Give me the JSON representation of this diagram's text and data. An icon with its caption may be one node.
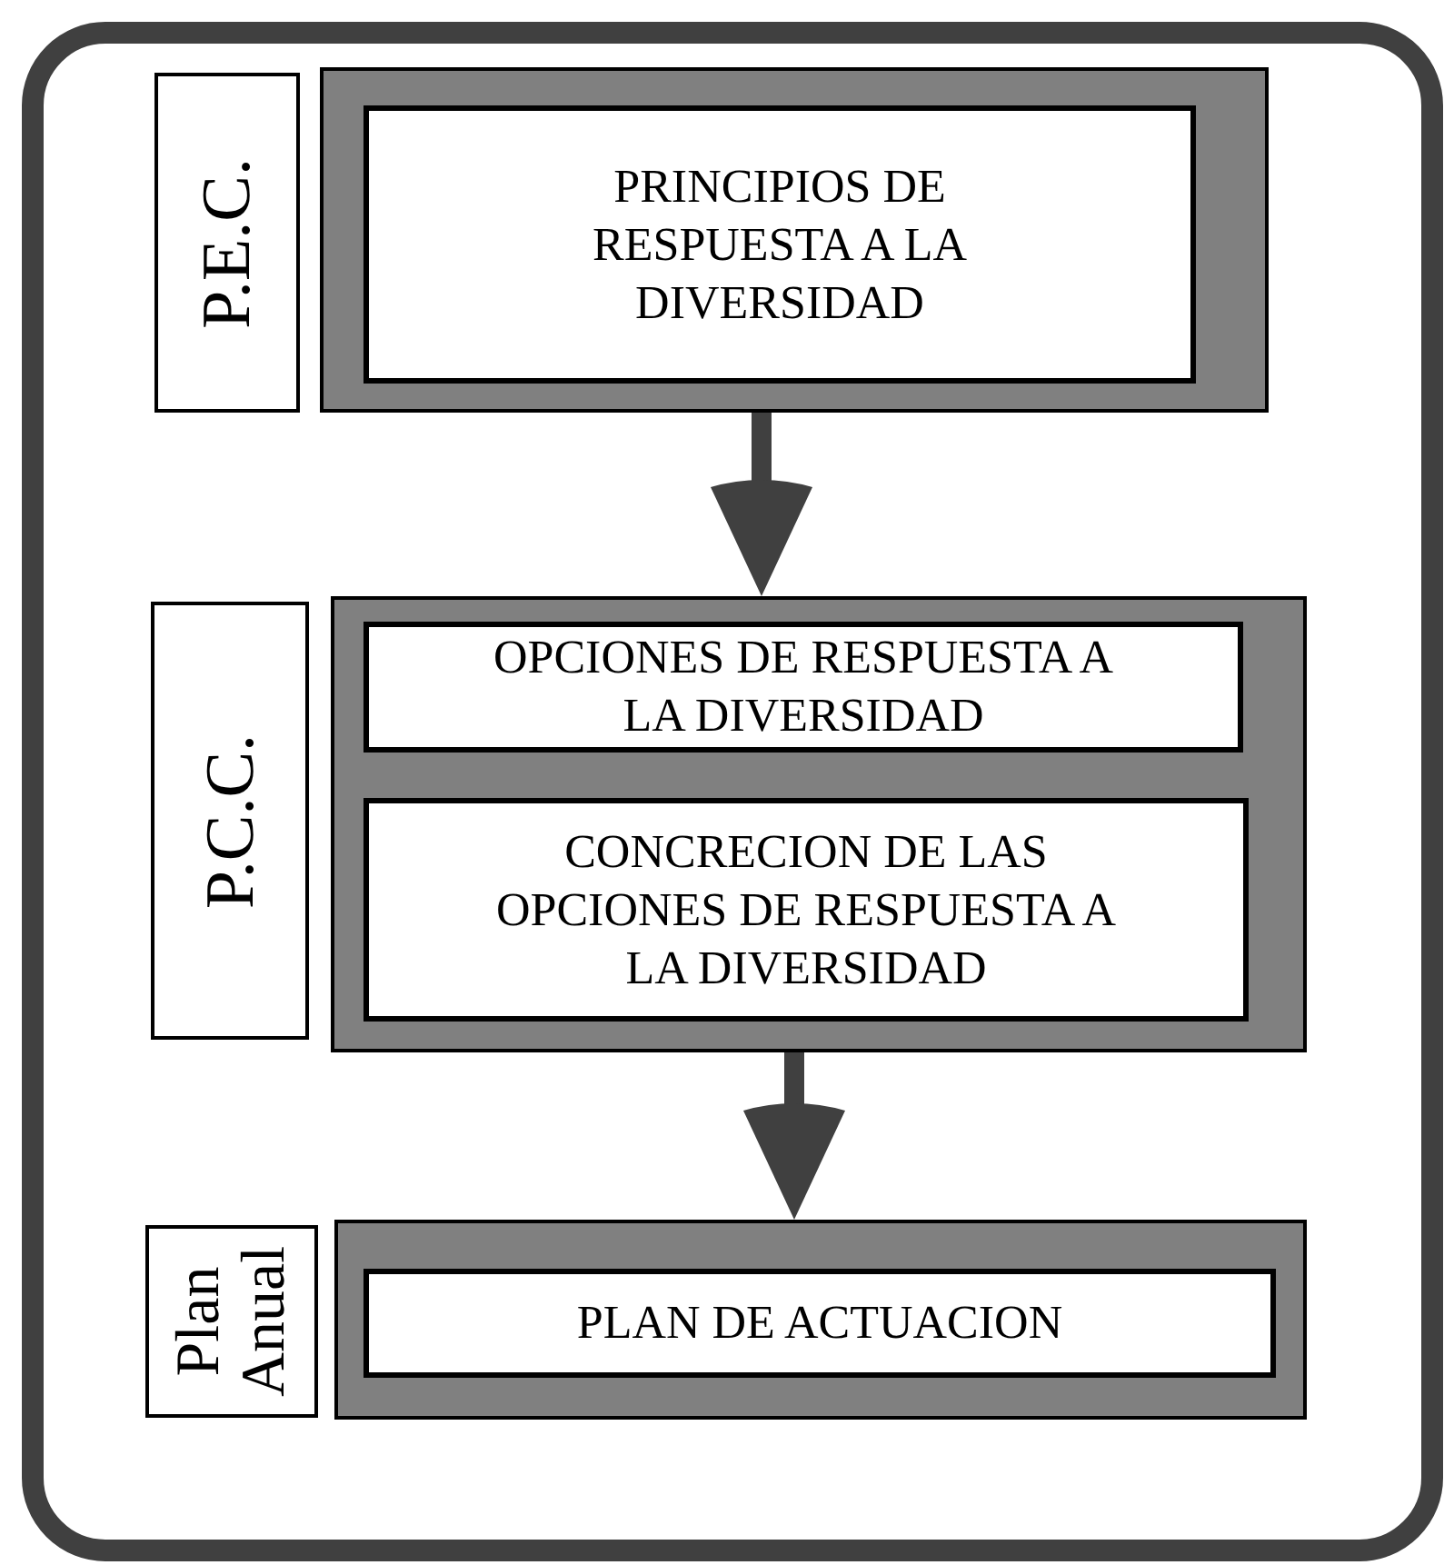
{
  "diagram": {
    "nodes": [
      {
        "text": [
          "P.E.C."
        ]
      },
      {
        "text": [],
        "shape": "box"
      },
      {
        "text": [
          "PRINCIPIOS DE RESPUESTA A LA DIVERSIDAD"
        ],
        "in": 1
      },
      {
        "text": [
          "P.C.C."
        ]
      },
      {
        "text": [],
        "shape": "box"
      },
      {
        "text": [
          "OPCIONES DE RESPUESTA A LA DIVERSIDAD"
        ],
        "in": 4
      },
      {
        "text": [
          "CONCRECION DE LAS OPCIONES DE RESPUESTA A LA DIVERSIDAD"
        ],
        "in": 4
      },
      {
        "text": [
          "Plan Anual"
        ]
      },
      {
        "text": [],
        "shape": "box"
      },
      {
        "text": [
          "PLAN DE ACTUACION"
        ],
        "in": 8
      }
    ],
    "edges": [
      {
        "from": 1,
        "to": 4,
        "arrow": "to"
      },
      {
        "from": 4,
        "to": 8,
        "arrow": "to"
      }
    ]
  }
}
